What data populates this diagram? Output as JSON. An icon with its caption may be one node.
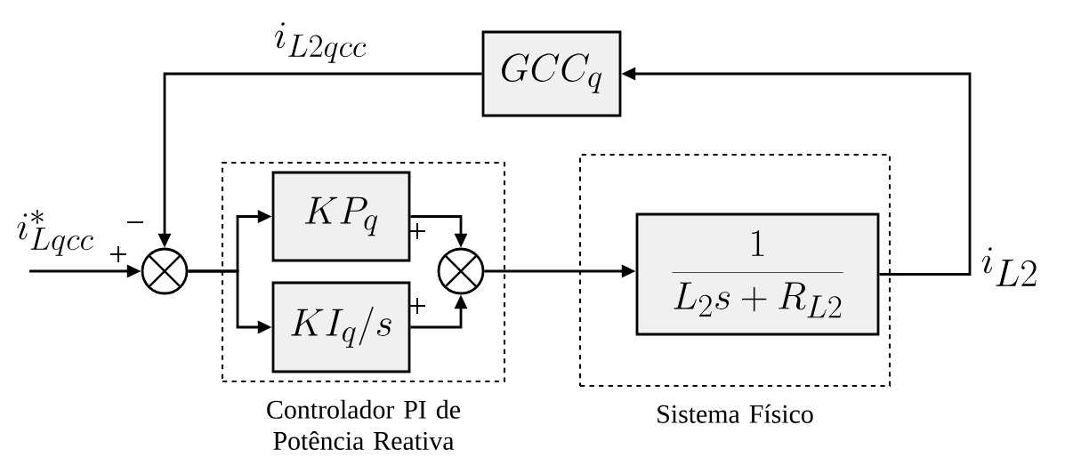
{
  "diagram": {
    "nodes": [
      {
        "text": [
          "Controlador PI de Potência Reativa"
        ]
      },
      {
        "text": [
          "KP_q"
        ],
        "in": 0
      },
      {
        "text": [
          "KI_q/s"
        ],
        "in": 0
      },
      {
        "text": [],
        "shape": "circle",
        "in": 0
      },
      {
        "text": [
          "Sistema Físico"
        ]
      },
      {
        "text": [
          "\\frac{1}{L_2 s + R_{L2}}"
        ],
        "in": 4
      },
      {
        "text": [
          "GCC_q"
        ]
      },
      {
        "text": [],
        "shape": "circle"
      }
    ],
    "edges": [
      {
        "from": null,
        "to": 7,
        "arrow": "to",
        "label": "i^*_{Lqcc}"
      },
      {
        "from": 6,
        "to": 7,
        "arrow": "to",
        "label": "i_{L2qcc}"
      },
      {
        "from": 7,
        "to": 1,
        "arrow": "to"
      },
      {
        "from": 7,
        "to": 2,
        "arrow": "to"
      },
      {
        "from": 1,
        "to": 3,
        "arrow": "to"
      },
      {
        "from": 2,
        "to": 3,
        "arrow": "to"
      },
      {
        "from": 3,
        "to": 5,
        "arrow": "to"
      },
      {
        "from": 5,
        "to": 6,
        "arrow": "to",
        "label": "i_{L2}"
      }
    ],
    "labels": [
      "−",
      "+",
      "+",
      "+"
    ]
  }
}
